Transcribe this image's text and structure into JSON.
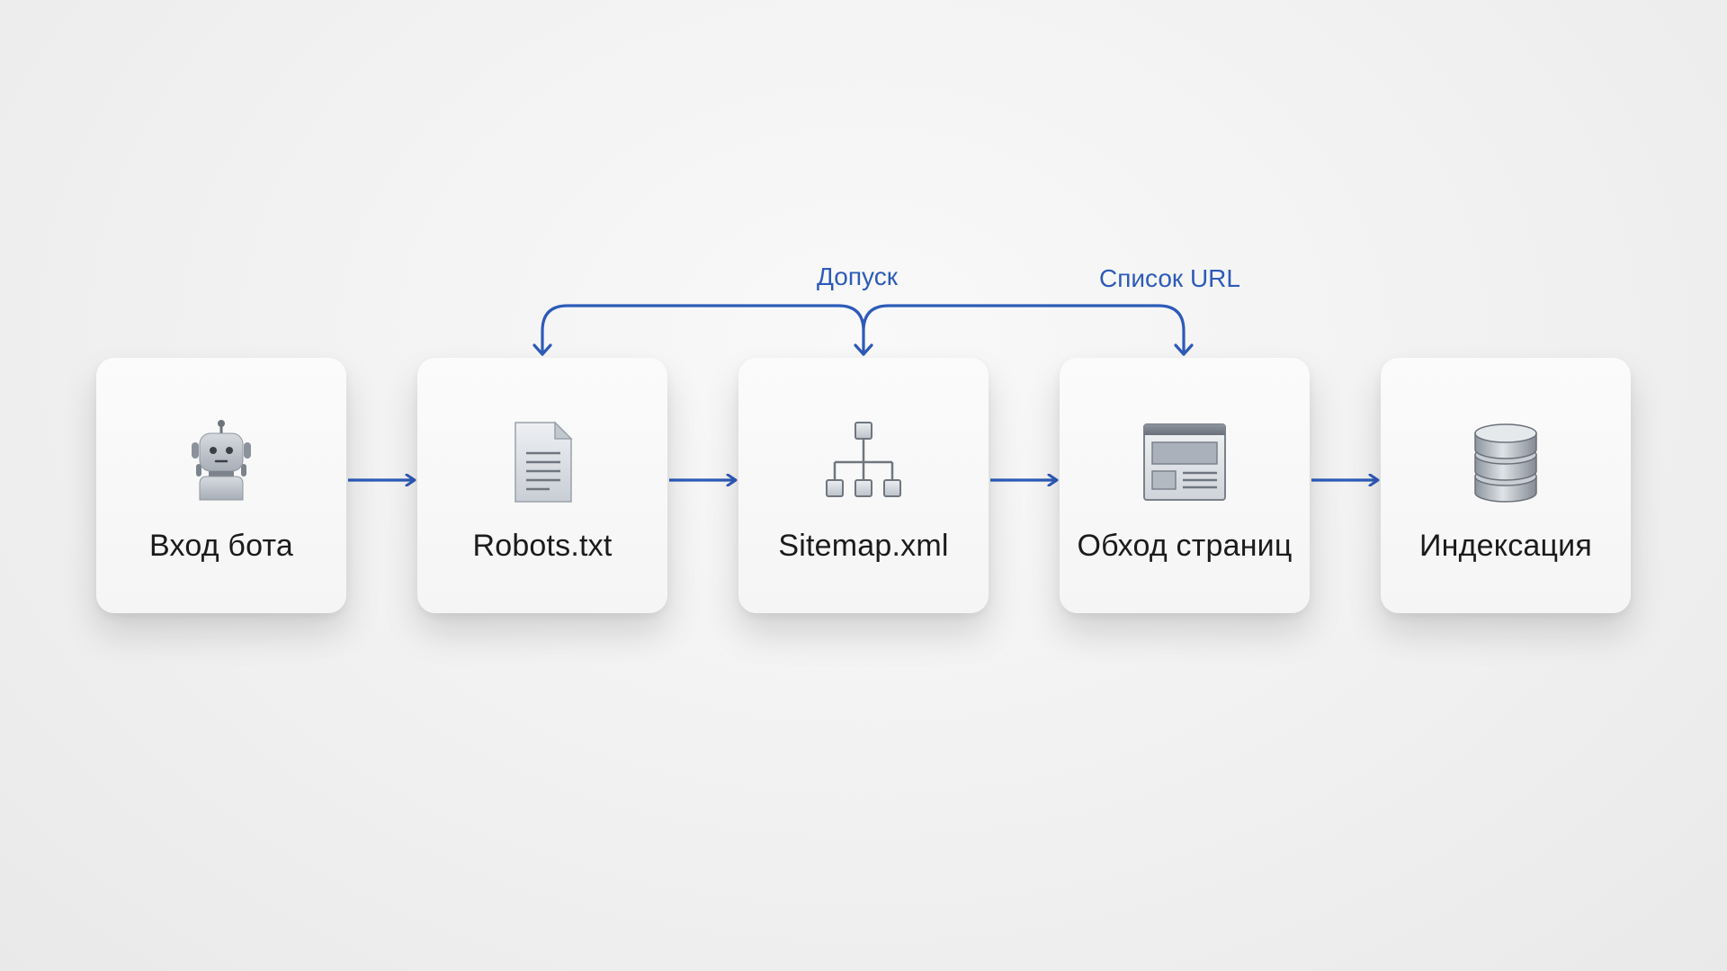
{
  "diagram": {
    "steps": [
      {
        "label": "Вход бота",
        "icon": "robot-icon"
      },
      {
        "label": "Robots.txt",
        "icon": "text-file-icon"
      },
      {
        "label": "Sitemap.xml",
        "icon": "sitemap-tree-icon"
      },
      {
        "label": "Обход страниц",
        "icon": "web-page-icon"
      },
      {
        "label": "Индексация",
        "icon": "database-icon"
      }
    ],
    "feedback_labels": {
      "permission": "Допуск",
      "url_list": "Список URL"
    },
    "colors": {
      "arrow": "#2d5bb8",
      "label": "#2d5bb8",
      "text": "#1b1b1b"
    }
  }
}
